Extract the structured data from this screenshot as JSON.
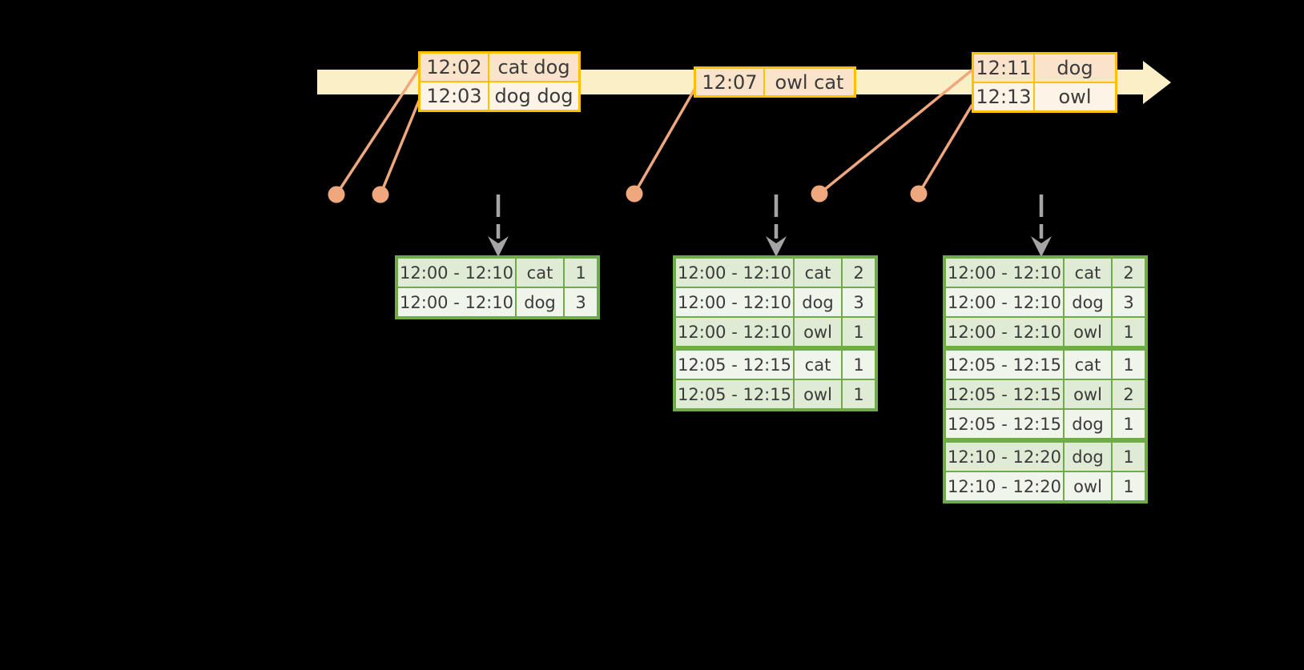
{
  "colors": {
    "background": "#000000",
    "timeline": "#fbefc8",
    "input_border": "#ffc000",
    "input_row_a": "#fae3cb",
    "input_row_b": "#fdf3e7",
    "event": "#efa77e",
    "result_border": "#6fac47",
    "result_row_a": "#dfebd5",
    "result_row_b": "#f0f5ec",
    "arrow": "#a5a5a5",
    "text": "#3b3b3b"
  },
  "input_tables": [
    {
      "rows": [
        [
          "12:02",
          "cat dog"
        ],
        [
          "12:03",
          "dog dog"
        ]
      ]
    },
    {
      "rows": [
        [
          "12:07",
          "owl cat"
        ]
      ]
    },
    {
      "rows": [
        [
          "12:11",
          "dog"
        ],
        [
          "12:13",
          "owl"
        ]
      ]
    }
  ],
  "result_tables": [
    {
      "rows": [
        [
          "12:00 - 12:10",
          "cat",
          "1"
        ],
        [
          "12:00 - 12:10",
          "dog",
          "3"
        ]
      ]
    },
    {
      "rows": [
        [
          "12:00 - 12:10",
          "cat",
          "2"
        ],
        [
          "12:00 - 12:10",
          "dog",
          "3"
        ],
        [
          "12:00 - 12:10",
          "owl",
          "1"
        ],
        [
          "12:05 - 12:15",
          "cat",
          "1"
        ],
        [
          "12:05 - 12:15",
          "owl",
          "1"
        ]
      ]
    },
    {
      "rows": [
        [
          "12:00 - 12:10",
          "cat",
          "2"
        ],
        [
          "12:00 - 12:10",
          "dog",
          "3"
        ],
        [
          "12:00 - 12:10",
          "owl",
          "1"
        ],
        [
          "12:05 - 12:15",
          "cat",
          "1"
        ],
        [
          "12:05 - 12:15",
          "owl",
          "2"
        ],
        [
          "12:05 - 12:15",
          "dog",
          "1"
        ],
        [
          "12:10 - 12:20",
          "dog",
          "1"
        ],
        [
          "12:10 - 12:20",
          "owl",
          "1"
        ]
      ]
    }
  ]
}
